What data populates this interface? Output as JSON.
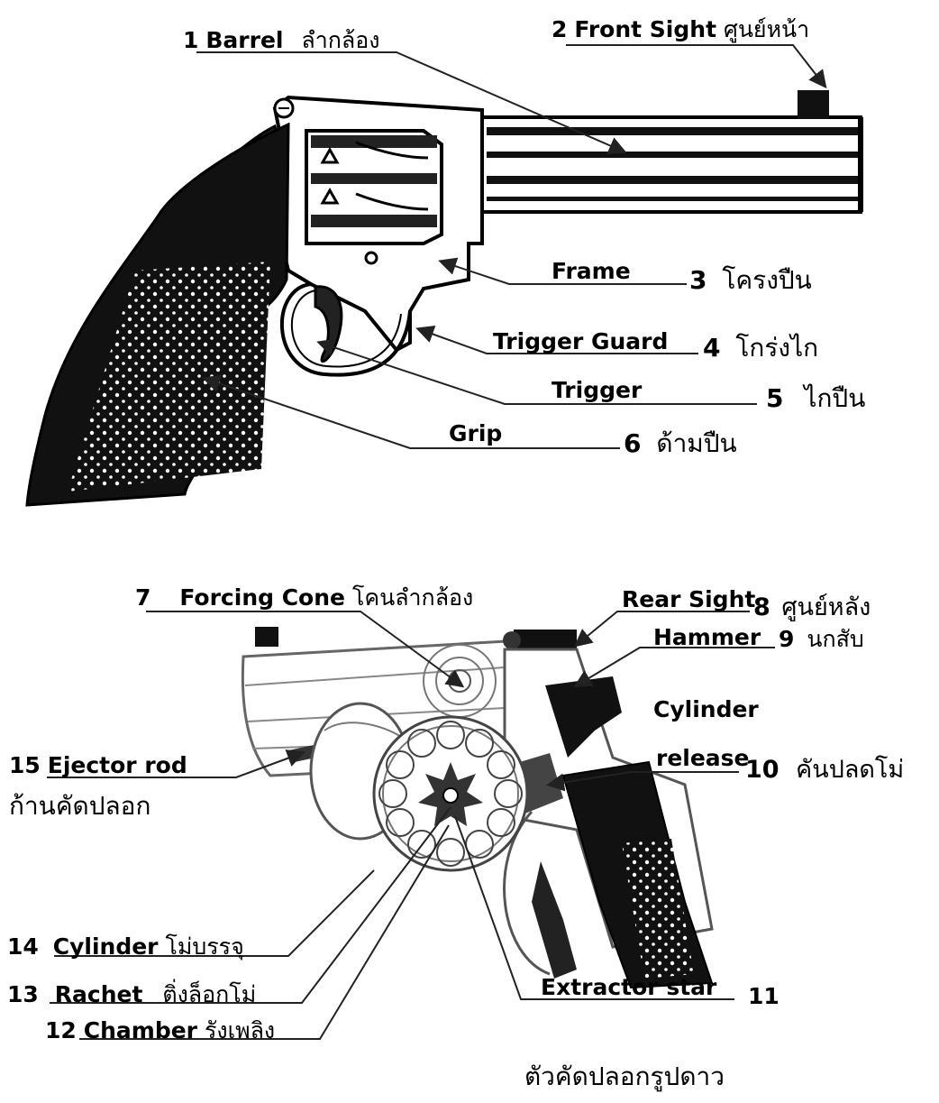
{
  "diagram": {
    "labels": [
      {
        "id": "barrel",
        "number": "1",
        "english": "Barrel",
        "thai": "ลำกล้อง"
      },
      {
        "id": "front-sight",
        "number": "2",
        "english": "Front Sight",
        "thai": "ศูนย์หน้า"
      },
      {
        "id": "frame",
        "number": "3",
        "english": "Frame",
        "thai": "โครงปืน"
      },
      {
        "id": "trigger-guard",
        "number": "4",
        "english": "Trigger Guard",
        "thai": "โกร่งไก"
      },
      {
        "id": "trigger",
        "number": "5",
        "english": "Trigger",
        "thai": "ไกปืน"
      },
      {
        "id": "grip",
        "number": "6",
        "english": "Grip",
        "thai": "ด้ามปืน"
      },
      {
        "id": "forcing-cone",
        "number": "7",
        "english": "Forcing Cone",
        "thai": "โคนลำกล้อง"
      },
      {
        "id": "rear-sight",
        "number": "8",
        "english": "Rear Sight",
        "thai": "ศูนย์หลัง"
      },
      {
        "id": "hammer",
        "number": "9",
        "english": "Hammer",
        "thai": "นกสับ"
      },
      {
        "id": "cylinder-release",
        "number": "10",
        "english": "Cylinder release",
        "english_line1": "Cylinder",
        "english_line2": "release",
        "thai": "คันปลดโม่"
      },
      {
        "id": "extractor-star",
        "number": "11",
        "english": "Extractor star",
        "thai": "ตัวคัดปลอกรูปดาว"
      },
      {
        "id": "chamber",
        "number": "12",
        "english": "Chamber",
        "thai": "รังเพลิง"
      },
      {
        "id": "rachet",
        "number": "13",
        "english": "Rachet",
        "thai": "ติ่งล็อกโม่"
      },
      {
        "id": "cylinder",
        "number": "14",
        "english": "Cylinder",
        "thai": "โม่บรรจุ"
      },
      {
        "id": "ejector-rod",
        "number": "15",
        "english": "Ejector rod",
        "thai": "ก้านคัดปลอก"
      }
    ]
  }
}
